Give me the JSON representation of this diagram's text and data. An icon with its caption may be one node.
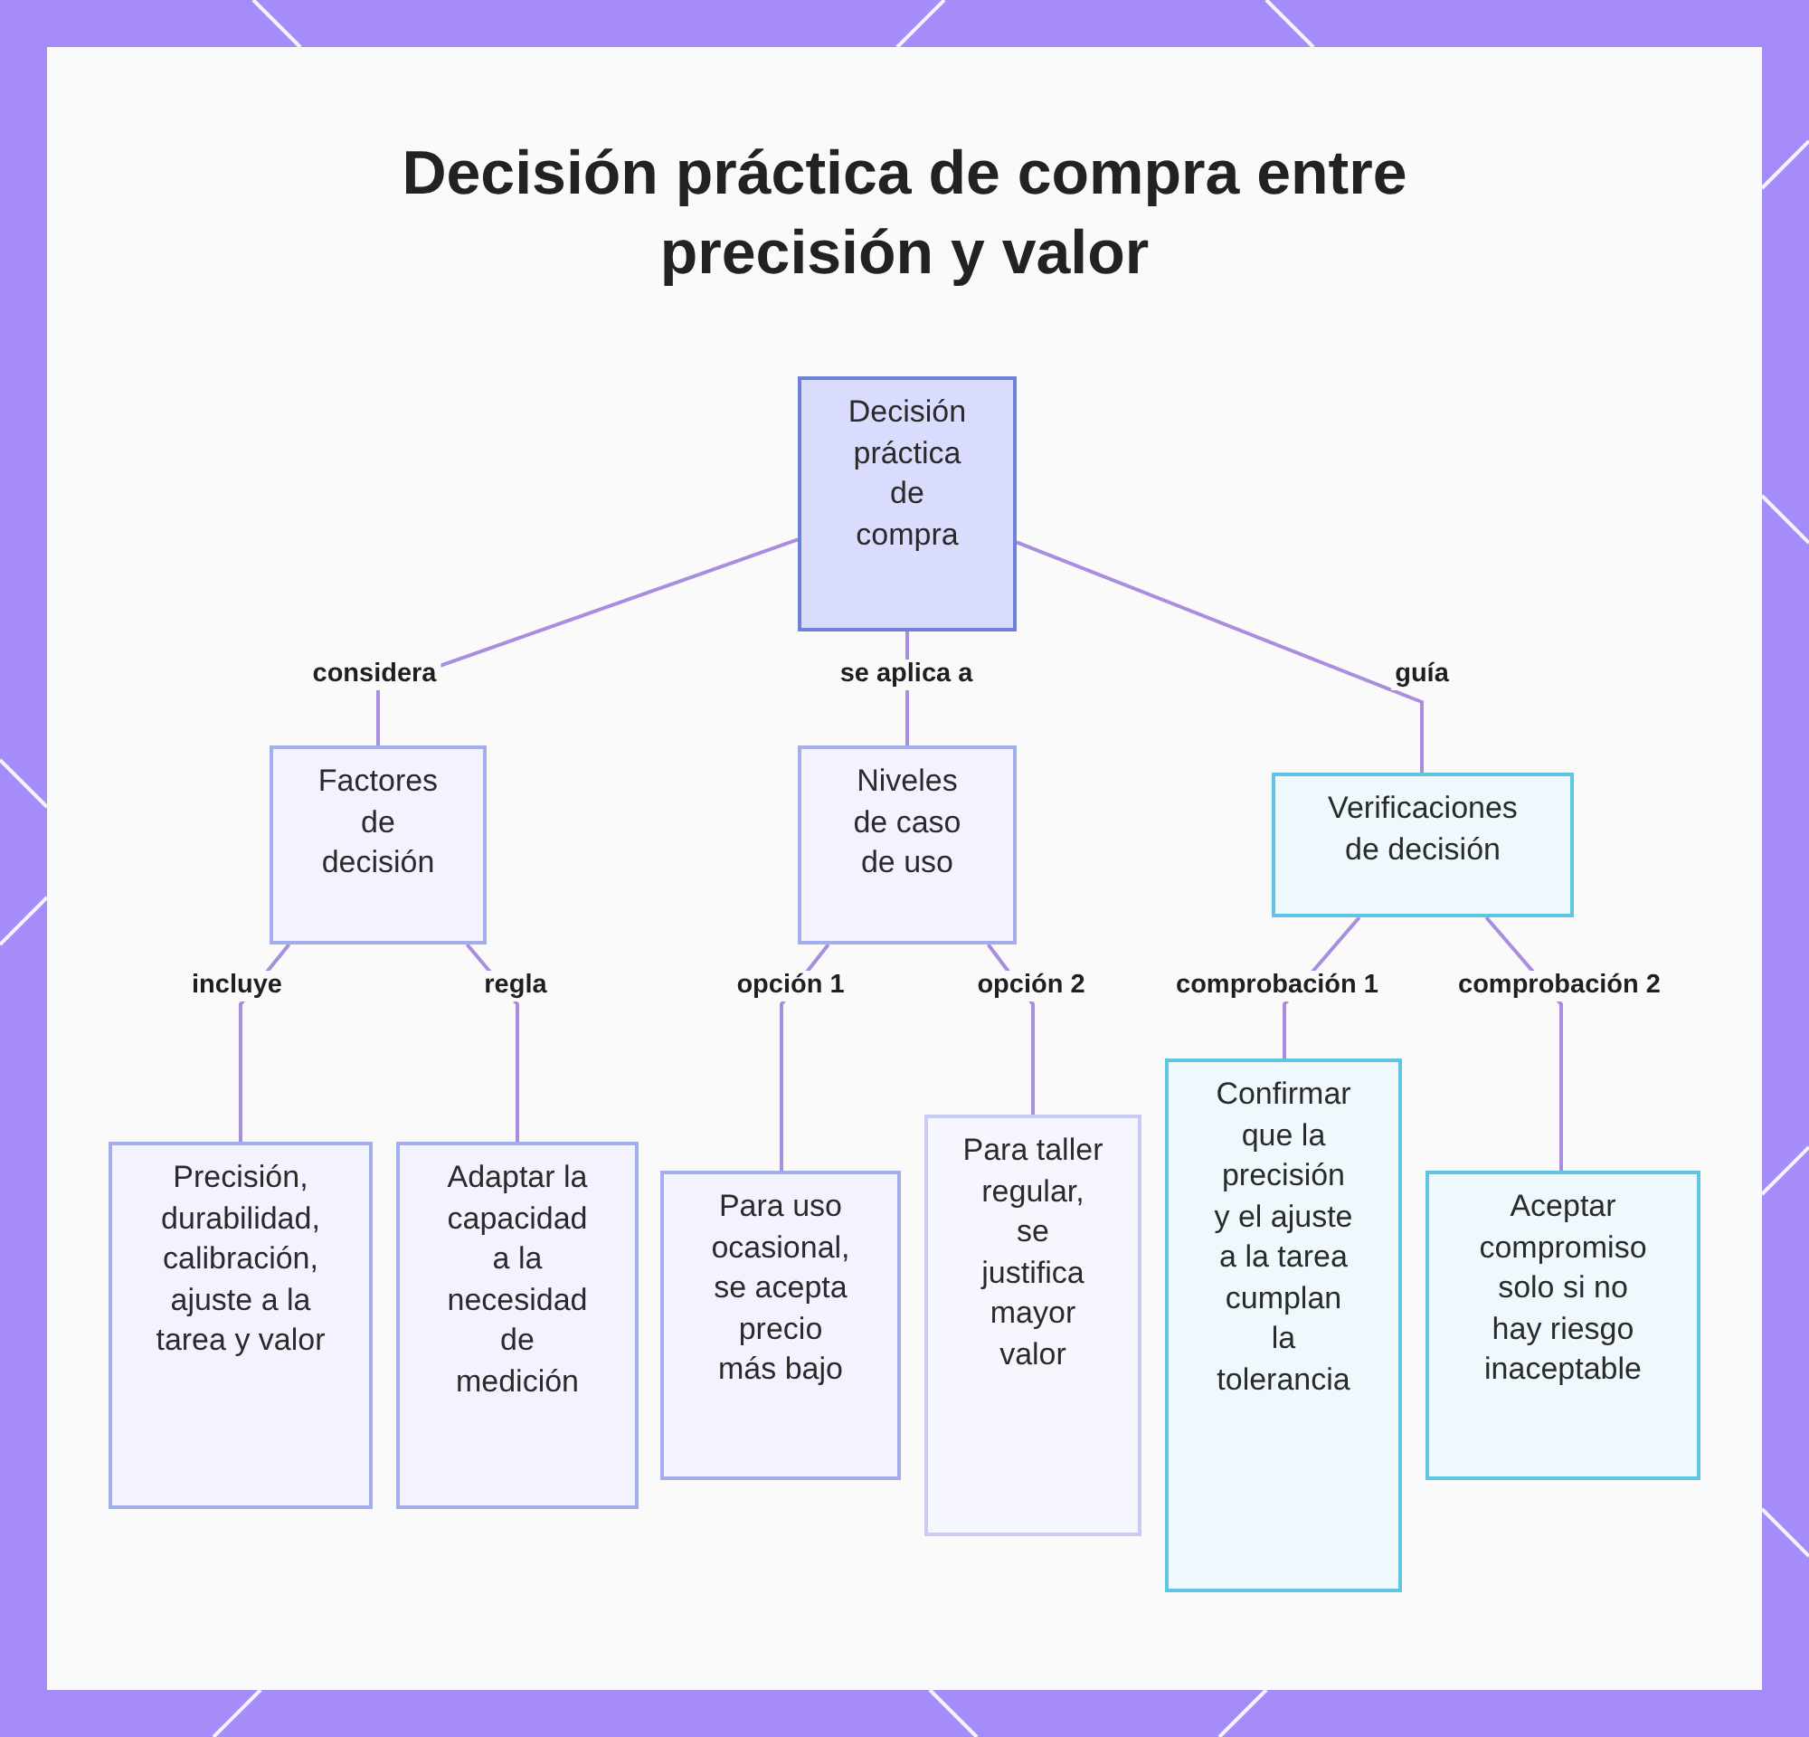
{
  "diagram": {
    "title": "Decisión práctica de compra entre precisión y valor",
    "nodes": [
      {
        "text": [
          "Decisión práctica de compra"
        ]
      },
      {
        "text": [
          "Factores de decisión"
        ]
      },
      {
        "text": [
          "Niveles de caso de uso"
        ]
      },
      {
        "text": [
          "Verificaciones de decisión"
        ]
      },
      {
        "text": [
          "Precisión, durabilidad, calibración, ajuste a la tarea y valor"
        ]
      },
      {
        "text": [
          "Adaptar la capacidad a la necesidad de medición"
        ]
      },
      {
        "text": [
          "Para uso ocasional, se acepta precio más bajo"
        ]
      },
      {
        "text": [
          "Para taller regular, se justifica mayor valor"
        ]
      },
      {
        "text": [
          "Confirmar que la precisión y el ajuste a la tarea cumplan la tolerancia"
        ]
      },
      {
        "text": [
          "Aceptar compromiso solo si no hay riesgo inaceptable"
        ]
      }
    ],
    "edges": [
      {
        "from": 0,
        "to": 1,
        "arrow": "none",
        "label": "considera"
      },
      {
        "from": 0,
        "to": 2,
        "arrow": "none",
        "label": "se aplica a"
      },
      {
        "from": 0,
        "to": 3,
        "arrow": "none",
        "label": "guía"
      },
      {
        "from": 1,
        "to": 4,
        "arrow": "none",
        "label": "incluye"
      },
      {
        "from": 1,
        "to": 5,
        "arrow": "none",
        "label": "regla"
      },
      {
        "from": 2,
        "to": 6,
        "arrow": "none",
        "label": "opción 1"
      },
      {
        "from": 2,
        "to": 7,
        "arrow": "none",
        "label": "opción 2"
      },
      {
        "from": 3,
        "to": 8,
        "arrow": "none",
        "label": "comprobación 1"
      },
      {
        "from": 3,
        "to": 9,
        "arrow": "none",
        "label": "comprobación 2"
      }
    ]
  }
}
